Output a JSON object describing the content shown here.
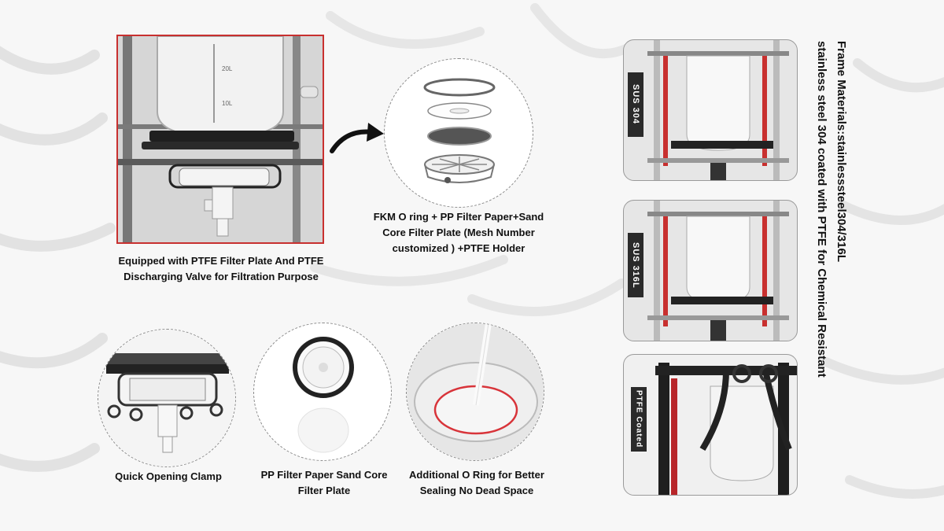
{
  "main": {
    "caption": "Equipped with PTFE Filter Plate And PTFE Discharging Valve  for Filtration Purpose",
    "scale_20l": "20L",
    "scale_10l": "10L"
  },
  "exploded": {
    "caption": "FKM O ring + PP Filter Paper+Sand Core Filter Plate (Mesh Number customized ) +PTFE Holder"
  },
  "bottom": [
    {
      "caption": "Quick Opening Clamp"
    },
    {
      "caption": "PP Filter Paper Sand Core Filter Plate"
    },
    {
      "caption": "Additional O Ring for Better Sealing No Dead Space"
    }
  ],
  "frames": [
    {
      "tag": "SUS 304"
    },
    {
      "tag": "SUS 316L"
    },
    {
      "tag": "PTFE Coated"
    }
  ],
  "frame_title": {
    "line1": "Frame Materials:stainlesssteel304/316L",
    "line2": "stainless steel 304 coated with PTFE for Chemical Resistant"
  },
  "colors": {
    "accent": "#c8302f",
    "frame_dark": "#2a2a2a"
  }
}
